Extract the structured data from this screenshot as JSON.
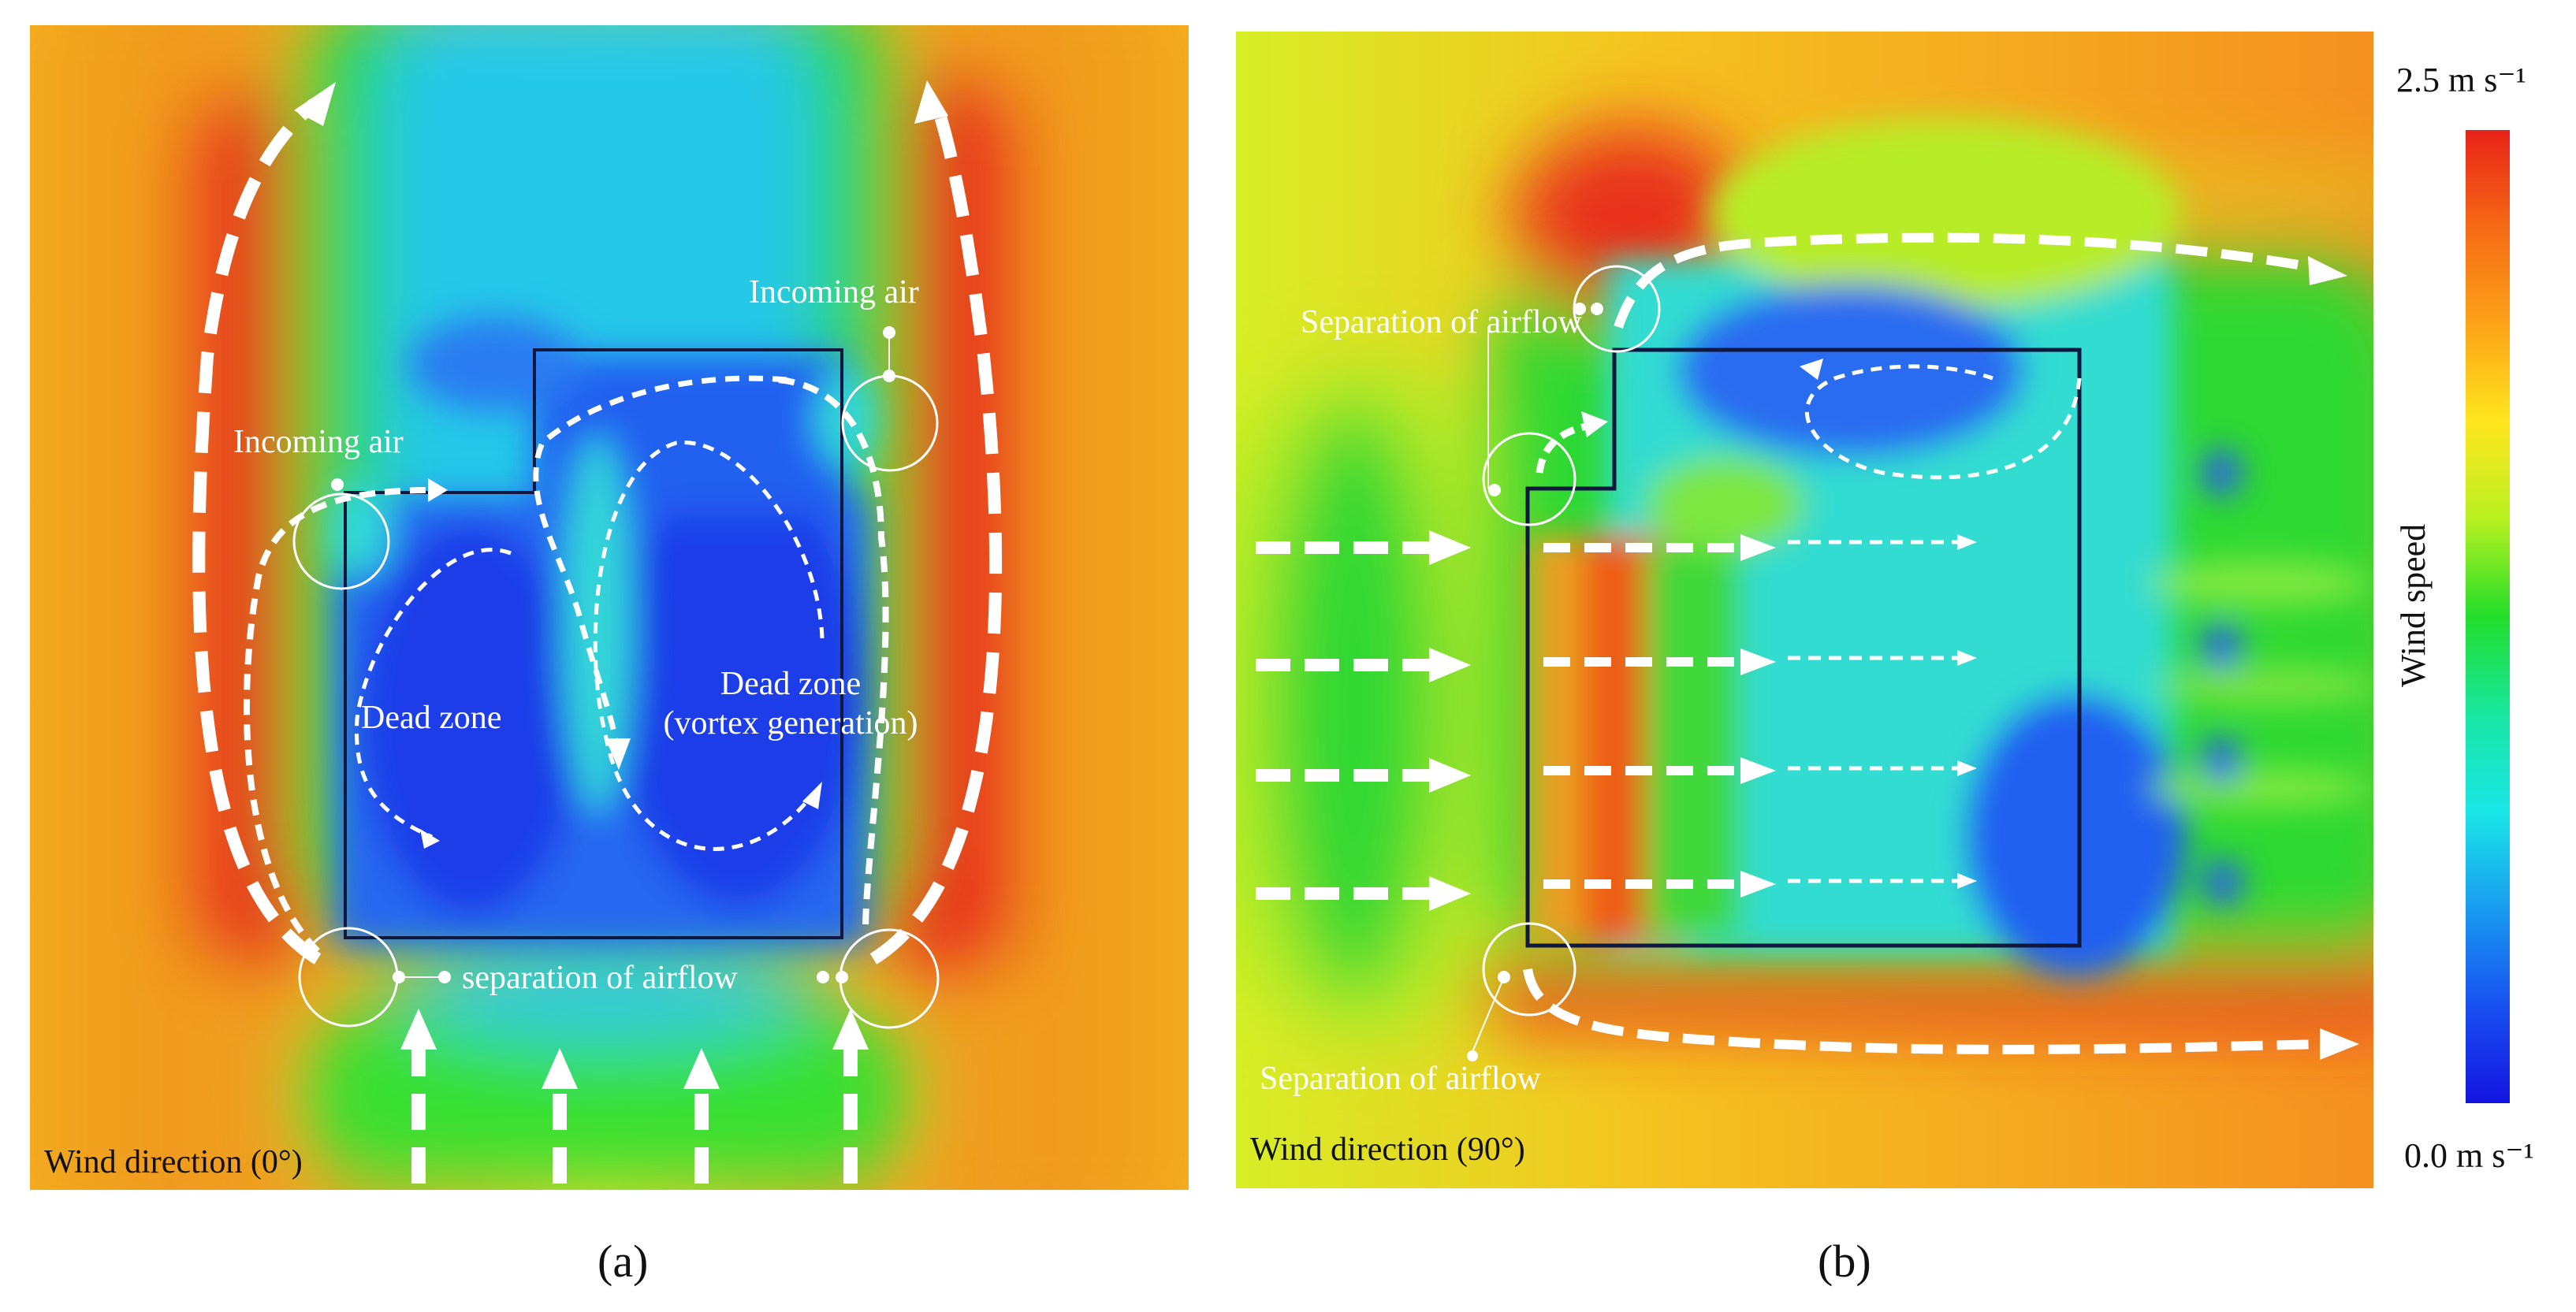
{
  "panel_a": {
    "labels": {
      "incoming_air_left": "Incoming air",
      "incoming_air_right": "Incoming air",
      "dead_zone": "Dead zone",
      "dead_zone_vortex_line1": "Dead zone",
      "dead_zone_vortex_line2": "(vortex generation)",
      "separation": "separation of airflow"
    },
    "wind_direction": "Wind direction (0°)",
    "caption": "(a)"
  },
  "panel_b": {
    "labels": {
      "separation_top": "Separation of airflow",
      "separation_bottom": "Separation of airflow"
    },
    "wind_direction": "Wind direction (90°)",
    "caption": "(b)"
  },
  "colorbar": {
    "title": "Wind speed",
    "max_label": "2.5 m s⁻¹",
    "min_label": "0.0 m s⁻¹",
    "max_value": 2.5,
    "min_value": 0.0,
    "colors_top_to_bottom": [
      "#e8231a",
      "#f56a16",
      "#fca318",
      "#ffe61e",
      "#b8f020",
      "#22dd2a",
      "#18e6a0",
      "#1ae6e6",
      "#1a9bf0",
      "#1a50f0",
      "#1414e0"
    ]
  },
  "palette": {
    "red": "#e8301e",
    "orange": "#f6801a",
    "yellow": "#e6f01e",
    "green": "#2ed830",
    "cyan": "#26d8e8",
    "blue": "#2a5cf0",
    "arrow": "#ffffff"
  }
}
